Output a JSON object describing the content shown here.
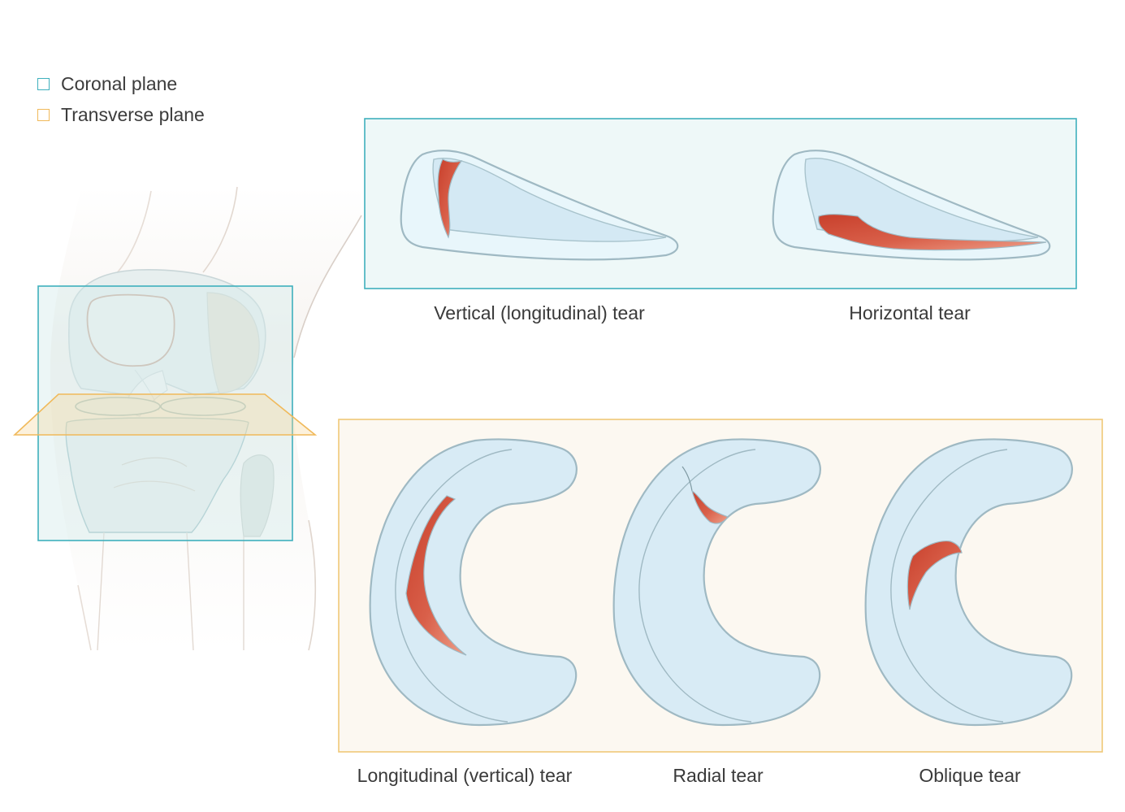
{
  "legend": {
    "items": [
      {
        "label": "Coronal plane",
        "color": "#3fb0bd"
      },
      {
        "label": "Transverse plane",
        "color": "#f0b95a"
      }
    ]
  },
  "coronal_panel": {
    "border_color": "#3fb0bd",
    "fill_color": "#eef8f8",
    "tears": [
      {
        "label": "Vertical (longitudinal) tear"
      },
      {
        "label": "Horizontal tear"
      }
    ]
  },
  "transverse_panel": {
    "border_color": "#f0c878",
    "fill_color": "#fcf8f1",
    "tears": [
      {
        "label": "Longitudinal (vertical) tear"
      },
      {
        "label": "Radial tear"
      },
      {
        "label": "Oblique tear"
      }
    ]
  },
  "colors": {
    "meniscus_fill": "#d8ebf5",
    "meniscus_stroke": "#9fb9c3",
    "tear_fill": "#d4543d",
    "tear_highlight": "#e89a84"
  }
}
